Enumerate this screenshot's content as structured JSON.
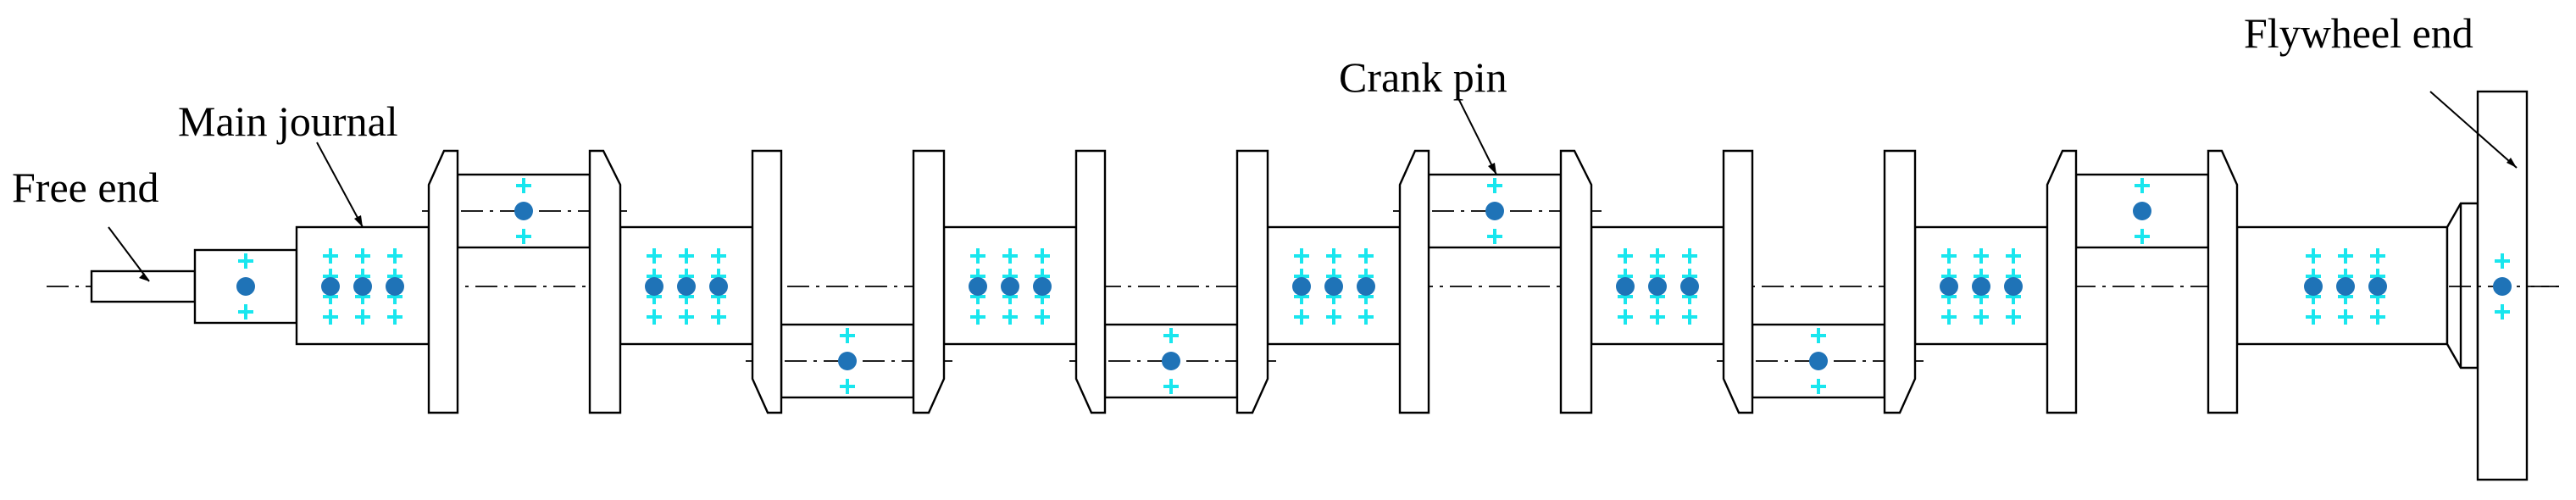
{
  "labels": {
    "free_end": "Free end",
    "main_journal": "Main journal",
    "crank_pin": "Crank pin",
    "flywheel_end": "Flywheel end"
  },
  "colors": {
    "line": "#000000",
    "node_marker": "#1f73b7",
    "cross_marker": "#19e6ee"
  }
}
